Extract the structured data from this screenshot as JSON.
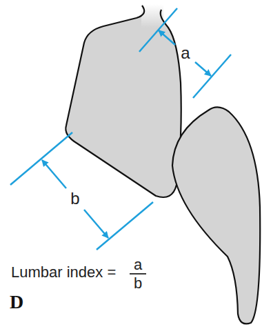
{
  "diagram": {
    "labels": [
      "a",
      "b",
      "Lumbar index =",
      "a",
      "b",
      "D"
    ]
  }
}
